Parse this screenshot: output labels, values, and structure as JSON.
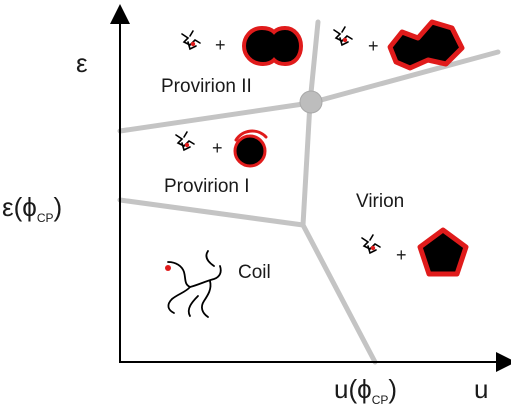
{
  "axes": {
    "y_label": "ε",
    "x_label": "u",
    "y_marker_prefix": "ε(ϕ",
    "y_marker_sub": "CP",
    "y_marker_suffix": ")",
    "x_marker_prefix": "u(ϕ",
    "x_marker_sub": "CP",
    "x_marker_suffix": ")"
  },
  "regions": {
    "provirion_2": "Provirion II",
    "provirion_1": "Provirion I",
    "virion": "Virion",
    "coil": "Coil"
  },
  "plus_sign": "+",
  "colors": {
    "boundary": "#c4c4c4",
    "triple_point": "#bdbdbd",
    "capsid_fill": "#000000",
    "capsid_outline": "#e01b1b",
    "axis": "#000000"
  },
  "icons": {
    "polymer": "polymer-chain-icon",
    "droplet_pair": "double-droplet-icon",
    "irregular_capsid": "irregular-capsid-icon",
    "partial_capsid": "partial-capsid-icon",
    "pentagon_capsid": "pentagon-capsid-icon"
  }
}
